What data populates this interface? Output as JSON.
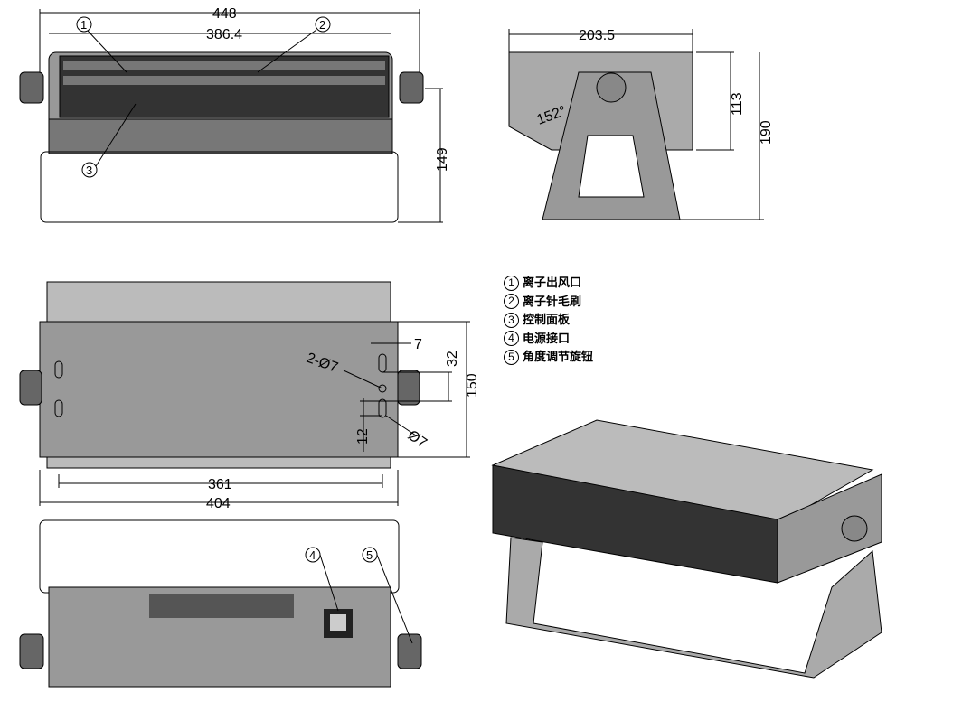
{
  "dimensions": {
    "front_width": "448",
    "front_inner": "386.4",
    "front_height": "149",
    "side_depth": "203.5",
    "side_height1": "113",
    "side_height2": "190",
    "angle": "152°",
    "top_width1": "361",
    "top_width2": "404",
    "top_height": "150",
    "top_hole_gap": "32",
    "top_slot": "7",
    "top_hole_spec": "2-Ø7",
    "top_offset": "12",
    "top_dia": "Ø7"
  },
  "callouts": [
    "1",
    "2",
    "3",
    "4",
    "5"
  ],
  "legend": [
    {
      "num": "1",
      "label": "离子出风口"
    },
    {
      "num": "2",
      "label": "离子针毛刷"
    },
    {
      "num": "3",
      "label": "控制面板"
    },
    {
      "num": "4",
      "label": "电源接口"
    },
    {
      "num": "5",
      "label": "角度调节旋钮"
    }
  ]
}
